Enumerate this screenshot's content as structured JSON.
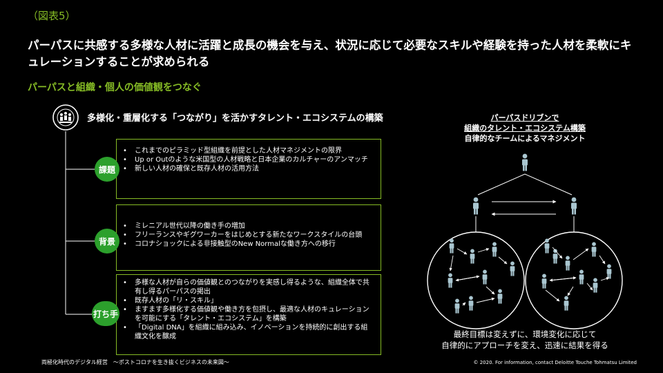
{
  "figure_label": "（図表5）",
  "headline": "パーパスに共感する多様な人材に活躍と成長の機会を与え、状況に応じて必要なスキルや経験を持った人材を柔軟にキュレーションすることが求められる",
  "subheading": "パーパスと組織・個人の価値観をつなぐ",
  "system": {
    "icon": "network-people-icon",
    "title": "多様化・重層化する「つながり」を活かすタレント・エコシステムの構築"
  },
  "sections": [
    {
      "badge": "課題",
      "bullets": [
        "これまでのピラミッド型組織を前提とした人材マネジメントの限界",
        "Up or Outのような米国型の人材戦略と日本企業のカルチャーのアンマッチ",
        "新しい人材の確保と既存人材の活用方法"
      ]
    },
    {
      "badge": "背景",
      "bullets": [
        "ミレニアル世代以降の働き手の増加",
        "フリーランスやギグワーカーをはじめとする新たなワークスタイルの台頭",
        "コロナショックによる非接触型のNew Normalな働き方への移行"
      ]
    },
    {
      "badge": "打ち手",
      "bullets": [
        "多様な人材が自らの価値観とのつながりを実感し得るような、組織全体で共有し得るパーパスの掲出",
        "既存人材の「リ・スキル」",
        "ますます多様化する価値観や働き方を包摂し、最適な人材のキュレーションを可能にする「タレント・エコシステム」を構築",
        "「Digital DNA」を組織に組み込み、イノベーションを持続的に創出する組織文化を醸成"
      ]
    }
  ],
  "right_panel": {
    "title_line1": "パーパスドリブンで",
    "title_line2": "組織のタレント・エコシステム構築",
    "title_line3": "自律的なチームによるマネジメント",
    "caption_line1": "最終目標は変えずに、環境変化に応じて",
    "caption_line2": "自律的にアプローチを変え、迅速に結果を得る"
  },
  "footer": {
    "left": "両極化時代のデジタル経営　～ポストコロナを生き抜くビジネスの未来図～",
    "right": "© 2020. For information, contact Deloitte Touche Tohmatsu Limited"
  },
  "colors": {
    "accent": "#86bc25",
    "badge": "#2ca02c",
    "person": "#a9c6d0"
  }
}
